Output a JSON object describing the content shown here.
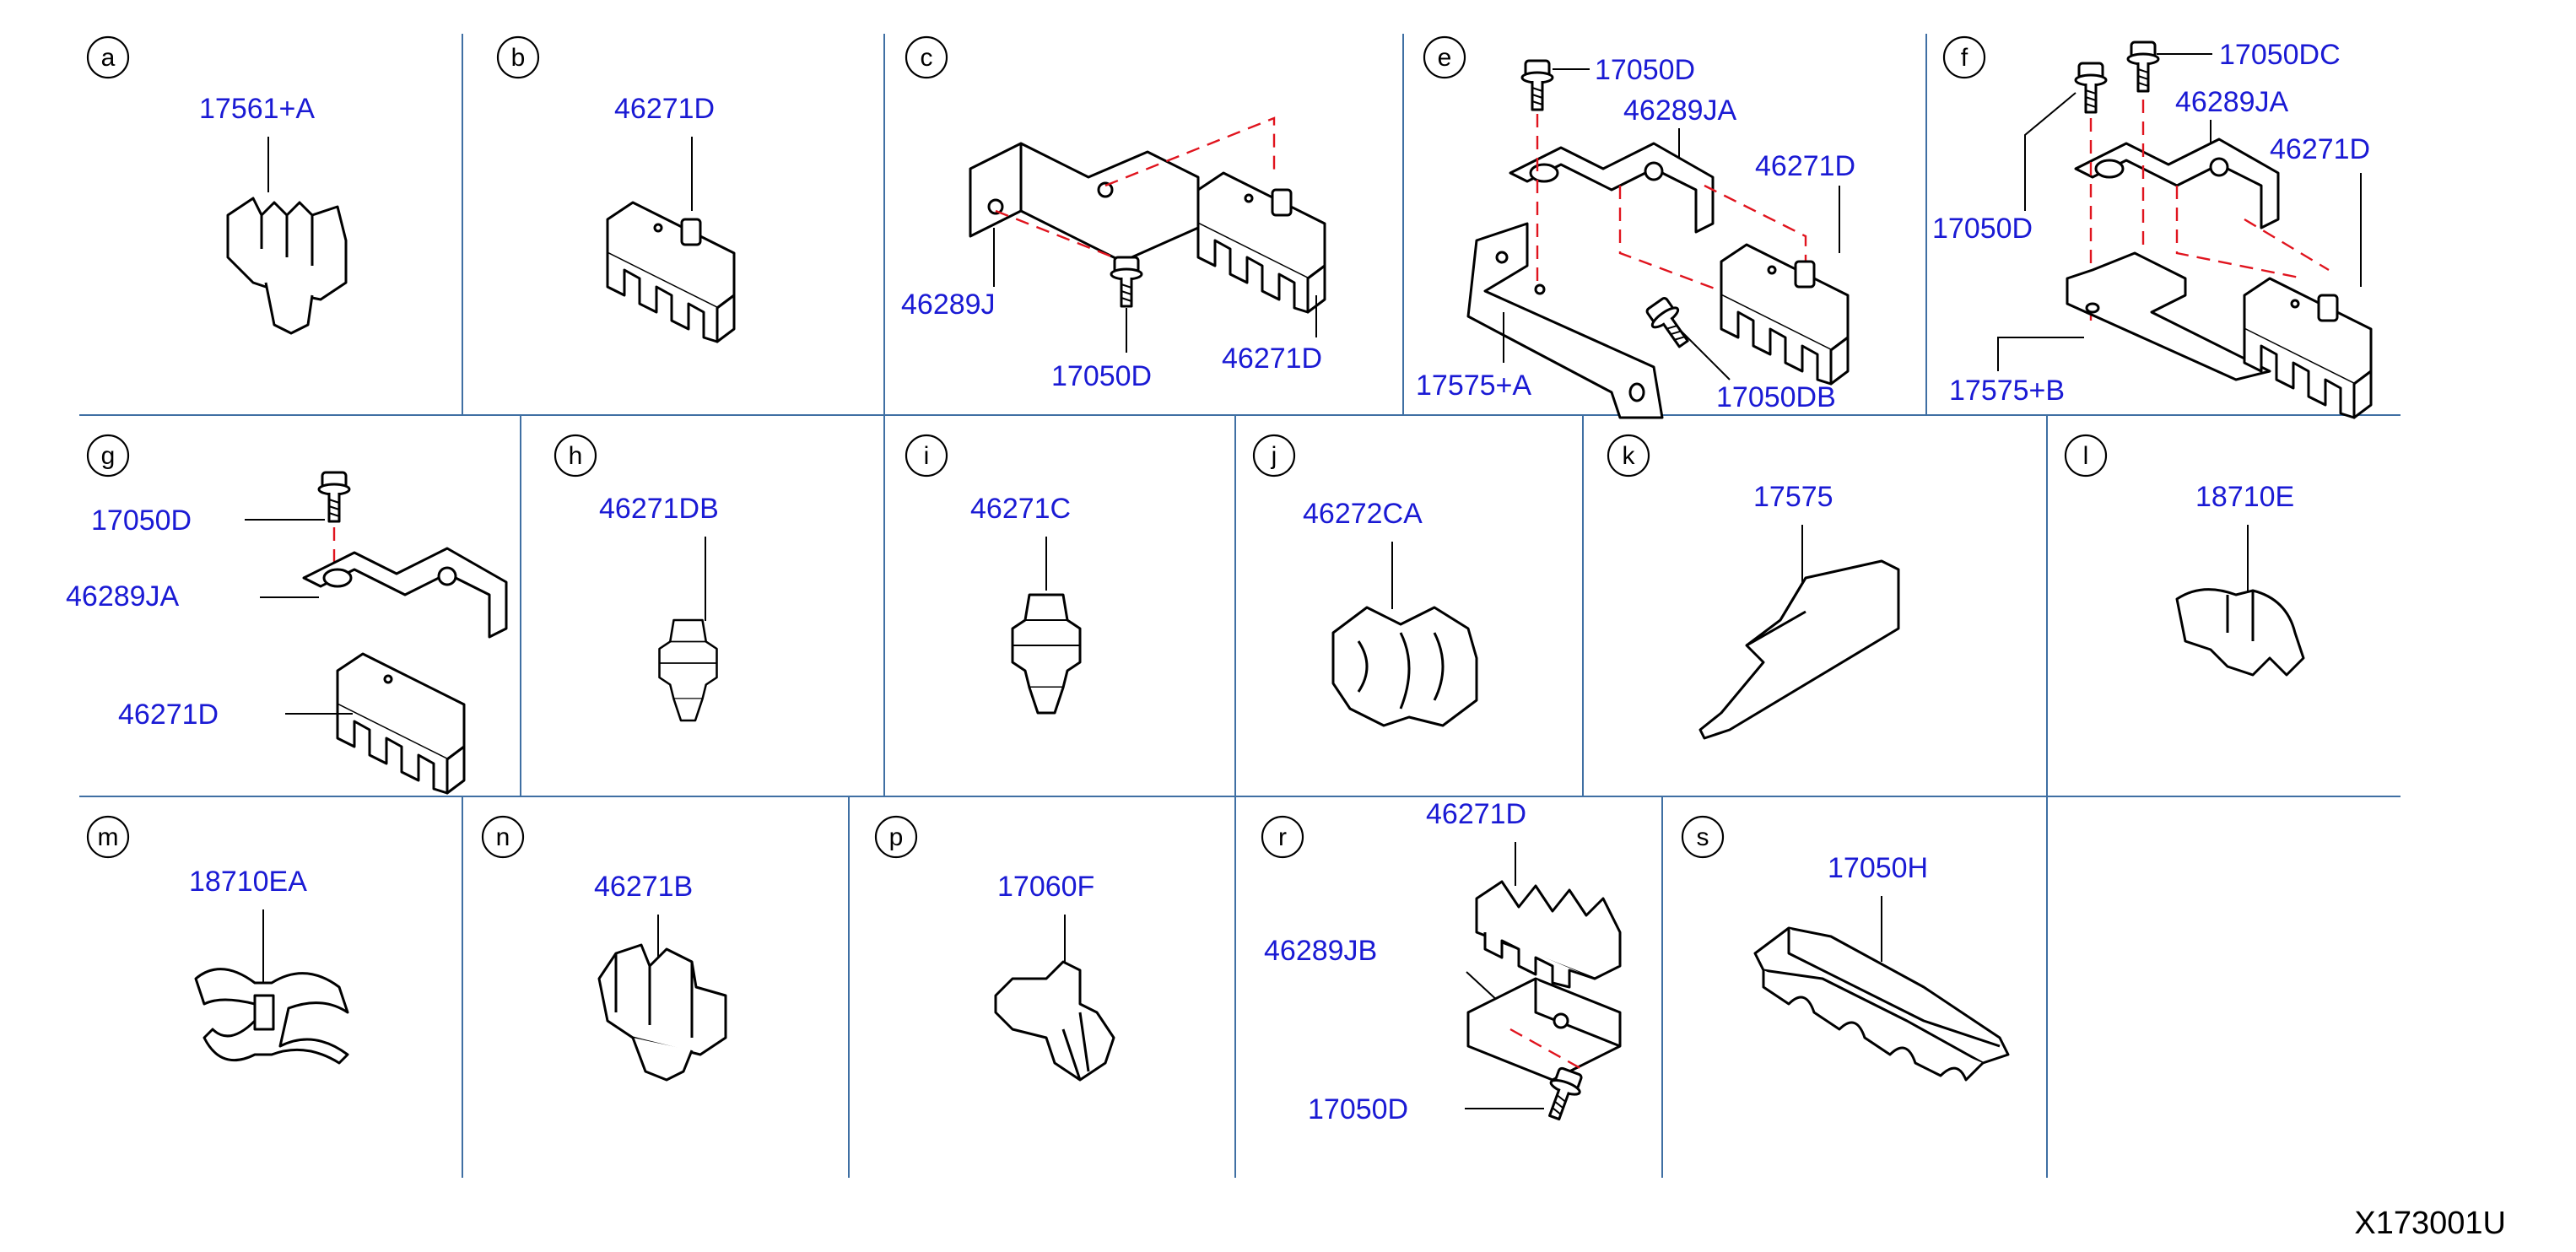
{
  "figure_code": "X173001U",
  "colors": {
    "part_label": "#1a1ad4",
    "grid_line": "#3f6fa3",
    "alignment_dash": "#e0141e",
    "outline": "#000000"
  },
  "cells": {
    "a": {
      "letter": "a",
      "labels": [
        "17561+A"
      ]
    },
    "b": {
      "letter": "b",
      "labels": [
        "46271D"
      ]
    },
    "c": {
      "letter": "c",
      "labels": [
        "46289J",
        "17050D",
        "46271D"
      ]
    },
    "e": {
      "letter": "e",
      "labels": [
        "17050D",
        "46289JA",
        "46271D",
        "17575+A",
        "17050DB"
      ]
    },
    "f": {
      "letter": "f",
      "labels": [
        "17050DC",
        "46289JA",
        "17050D",
        "46271D",
        "17575+B"
      ]
    },
    "g": {
      "letter": "g",
      "labels": [
        "17050D",
        "46289JA",
        "46271D"
      ]
    },
    "h": {
      "letter": "h",
      "labels": [
        "46271DB"
      ]
    },
    "i": {
      "letter": "i",
      "labels": [
        "46271C"
      ]
    },
    "j": {
      "letter": "j",
      "labels": [
        "46272CA"
      ]
    },
    "k": {
      "letter": "k",
      "labels": [
        "17575"
      ]
    },
    "l": {
      "letter": "l",
      "labels": [
        "18710E"
      ]
    },
    "m": {
      "letter": "m",
      "labels": [
        "18710EA"
      ]
    },
    "n": {
      "letter": "n",
      "labels": [
        "46271B"
      ]
    },
    "p": {
      "letter": "p",
      "labels": [
        "17060F"
      ]
    },
    "r": {
      "letter": "r",
      "labels": [
        "46271D",
        "46289JB",
        "17050D"
      ]
    },
    "s": {
      "letter": "s",
      "labels": [
        "17050H"
      ]
    }
  }
}
